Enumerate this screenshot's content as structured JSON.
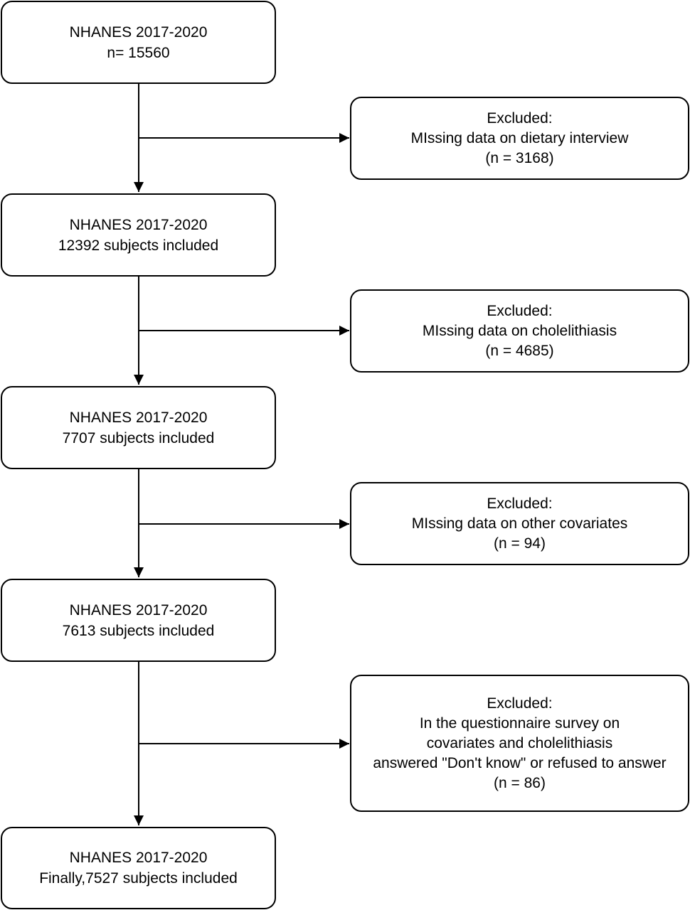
{
  "diagram": {
    "main_boxes": [
      {
        "line1": "NHANES 2017-2020",
        "line2": "n= 15560"
      },
      {
        "line1": "NHANES 2017-2020",
        "line2": "12392 subjects included"
      },
      {
        "line1": "NHANES 2017-2020",
        "line2": "7707 subjects included"
      },
      {
        "line1": "NHANES 2017-2020",
        "line2": "7613 subjects included"
      },
      {
        "line1": "NHANES 2017-2020",
        "line2": "Finally,7527 subjects included"
      }
    ],
    "exclusion_boxes": [
      {
        "lines": [
          "Excluded:",
          "MIssing data on dietary interview",
          "(n = 3168)"
        ]
      },
      {
        "lines": [
          "Excluded:",
          "MIssing data on cholelithiasis",
          "(n = 4685)"
        ]
      },
      {
        "lines": [
          "Excluded:",
          "MIssing data on other covariates",
          "(n = 94)"
        ]
      },
      {
        "lines": [
          "Excluded:",
          "In the questionnaire survey on",
          "covariates and cholelithiasis",
          "answered \"Don't know\" or refused to answer",
          "(n = 86)"
        ]
      }
    ]
  }
}
